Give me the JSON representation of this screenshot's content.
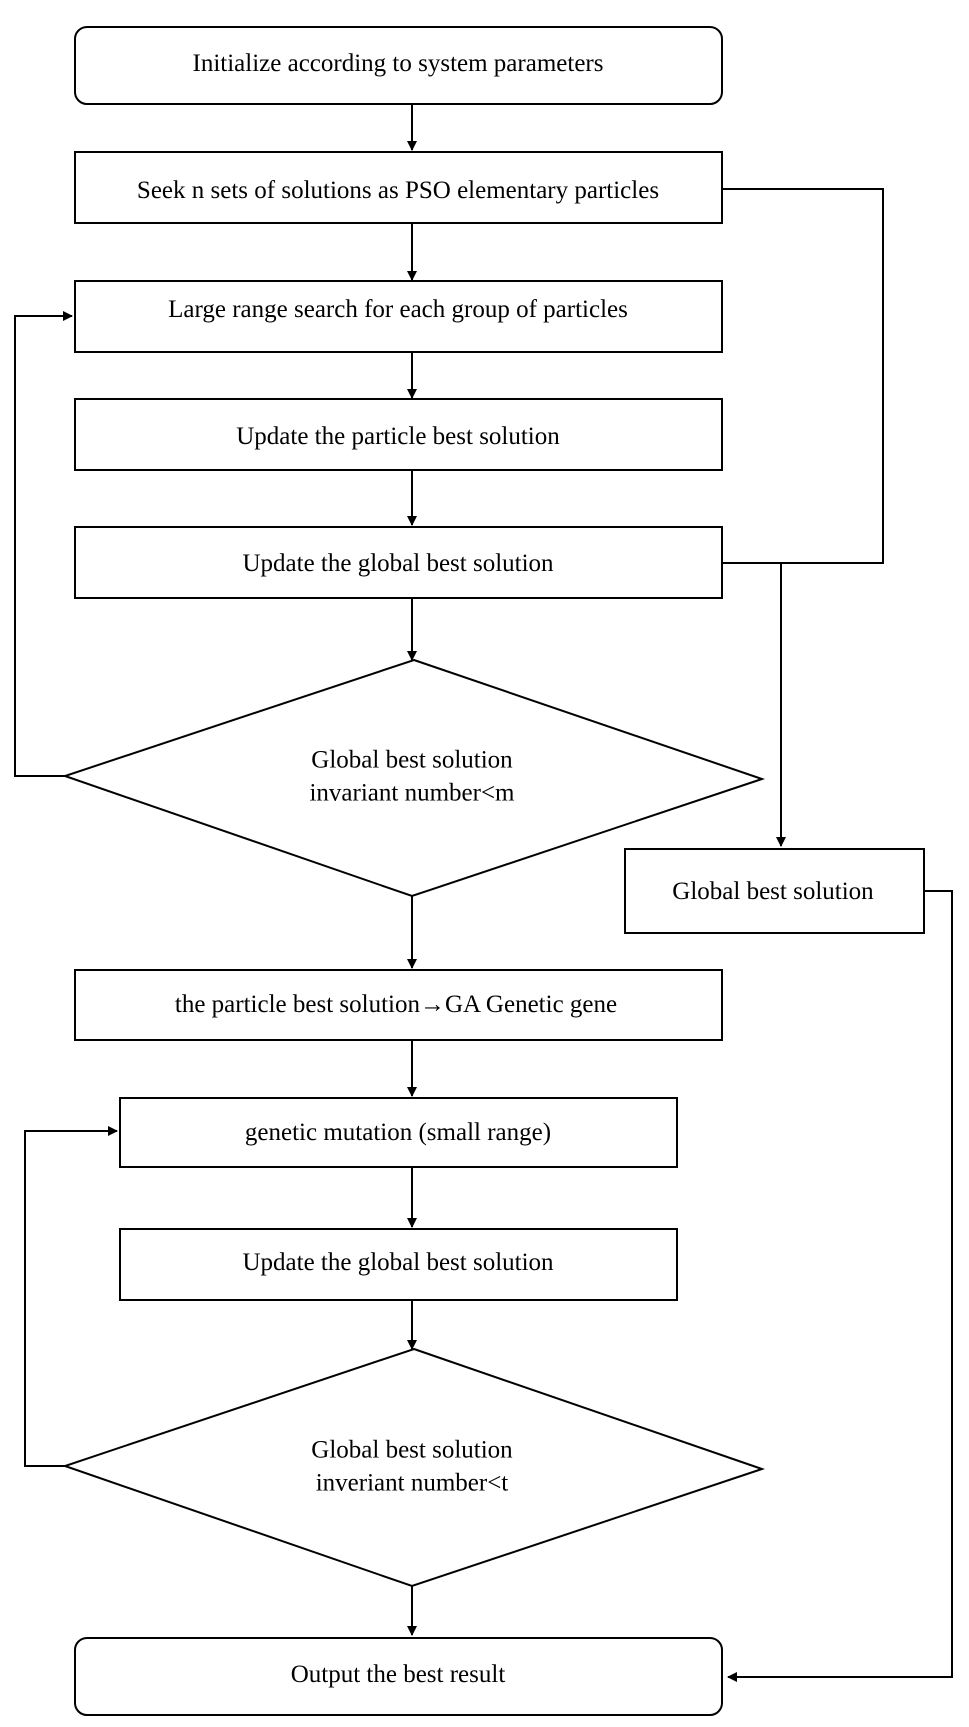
{
  "nodes": {
    "init": {
      "lines": [
        "Initialize according to system parameters"
      ]
    },
    "seek": {
      "lines": [
        "Seek n sets of solutions as PSO elementary particles"
      ]
    },
    "large_search": {
      "lines": [
        "Large range search for each group of particles"
      ]
    },
    "update_particle": {
      "lines": [
        "Update the particle best solution"
      ]
    },
    "update_global_1": {
      "lines": [
        "Update the global best solution"
      ]
    },
    "decision_m": {
      "lines": [
        "Global best solution",
        "invariant number<m"
      ]
    },
    "global_best": {
      "lines": [
        "Global best solution"
      ]
    },
    "particle_to_ga": {
      "lines": [
        "the particle best solution→GA Genetic gene"
      ]
    },
    "mutation": {
      "lines": [
        "genetic mutation (small range)"
      ]
    },
    "update_global_2": {
      "lines": [
        "Update the global best solution"
      ]
    },
    "decision_t": {
      "lines": [
        "Global best solution",
        "inveriant number<t"
      ]
    },
    "output": {
      "lines": [
        "Output the best result"
      ]
    }
  },
  "colors": {
    "stroke": "#000000",
    "fill": "#ffffff",
    "text": "#000000"
  }
}
